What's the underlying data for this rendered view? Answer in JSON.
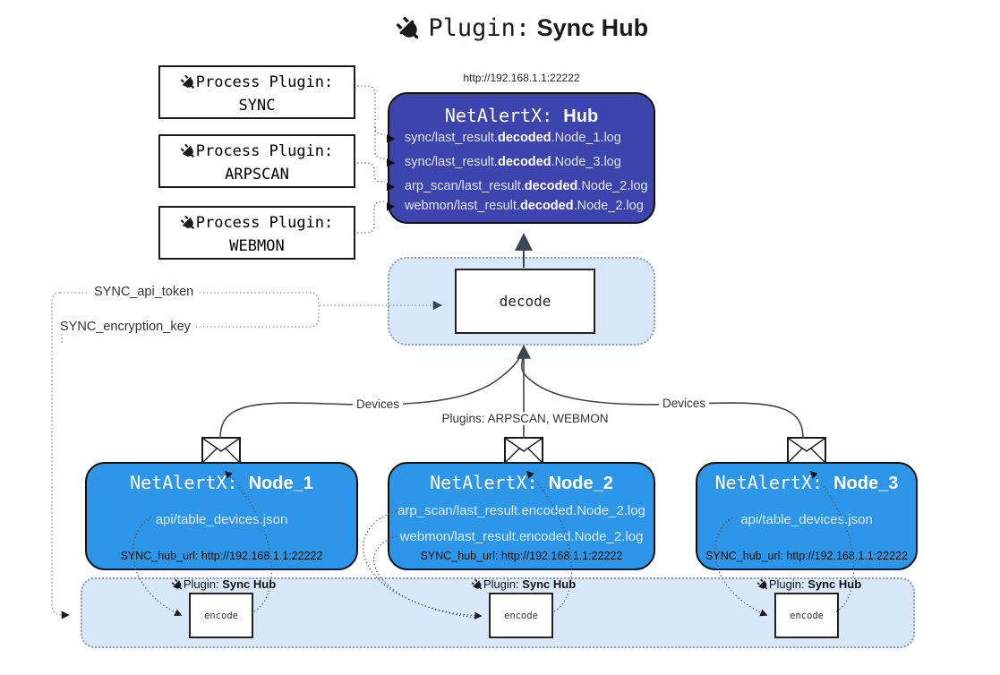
{
  "title": {
    "label": "Plugin:",
    "name": "Sync Hub"
  },
  "process_plugins": [
    {
      "label": "Process Plugin:",
      "name": "SYNC"
    },
    {
      "label": "Process Plugin:",
      "name": "ARPSCAN"
    },
    {
      "label": "Process Plugin:",
      "name": "WEBMON"
    }
  ],
  "hub": {
    "url": "http://192.168.1.1:22222",
    "prefix": "NetAlertX:",
    "name": "Hub",
    "logs": [
      {
        "pre": "sync/last_result.",
        "bold": "decoded",
        "post": ".Node_1.log"
      },
      {
        "pre": "sync/last_result.",
        "bold": "decoded",
        "post": ".Node_3.log"
      },
      {
        "pre": "arp_scan/last_result.",
        "bold": "decoded",
        "post": ".Node_2.log"
      },
      {
        "pre": "webmon/last_result.",
        "bold": "decoded",
        "post": ".Node_2.log"
      }
    ]
  },
  "decode": {
    "label": "decode"
  },
  "secrets": {
    "api_token": "SYNC_api_token",
    "encryption_key": "SYNC_encryption_key"
  },
  "edges": {
    "left": "Devices",
    "center": "Plugins: ARPSCAN, WEBMON",
    "right": "Devices"
  },
  "nodes": [
    {
      "prefix": "NetAlertX:",
      "name": "Node_1",
      "files": [
        "api/table_devices.json"
      ],
      "hub_url": "SYNC_hub_url: http://192.168.1.1:22222"
    },
    {
      "prefix": "NetAlertX:",
      "name": "Node_2",
      "files": [
        "arp_scan/last_result.encoded.Node_2.log",
        "webmon/last_result.encoded.Node_2.log"
      ],
      "hub_url": "SYNC_hub_url: http://192.168.1.1:22222"
    },
    {
      "prefix": "NetAlertX:",
      "name": "Node_3",
      "files": [
        "api/table_devices.json"
      ],
      "hub_url": "SYNC_hub_url: http://192.168.1.1:22222"
    }
  ],
  "encoder": {
    "label": "Plugin:",
    "name": "Sync Hub",
    "box_label": "encode"
  },
  "colors": {
    "hub_bg": "#3e44ae",
    "node_bg": "#2e96e8",
    "panel_bg": "#d9e8f8",
    "panel_border": "#8aa0b6",
    "arrow_accent": "#3a4754",
    "line": "#555555"
  }
}
